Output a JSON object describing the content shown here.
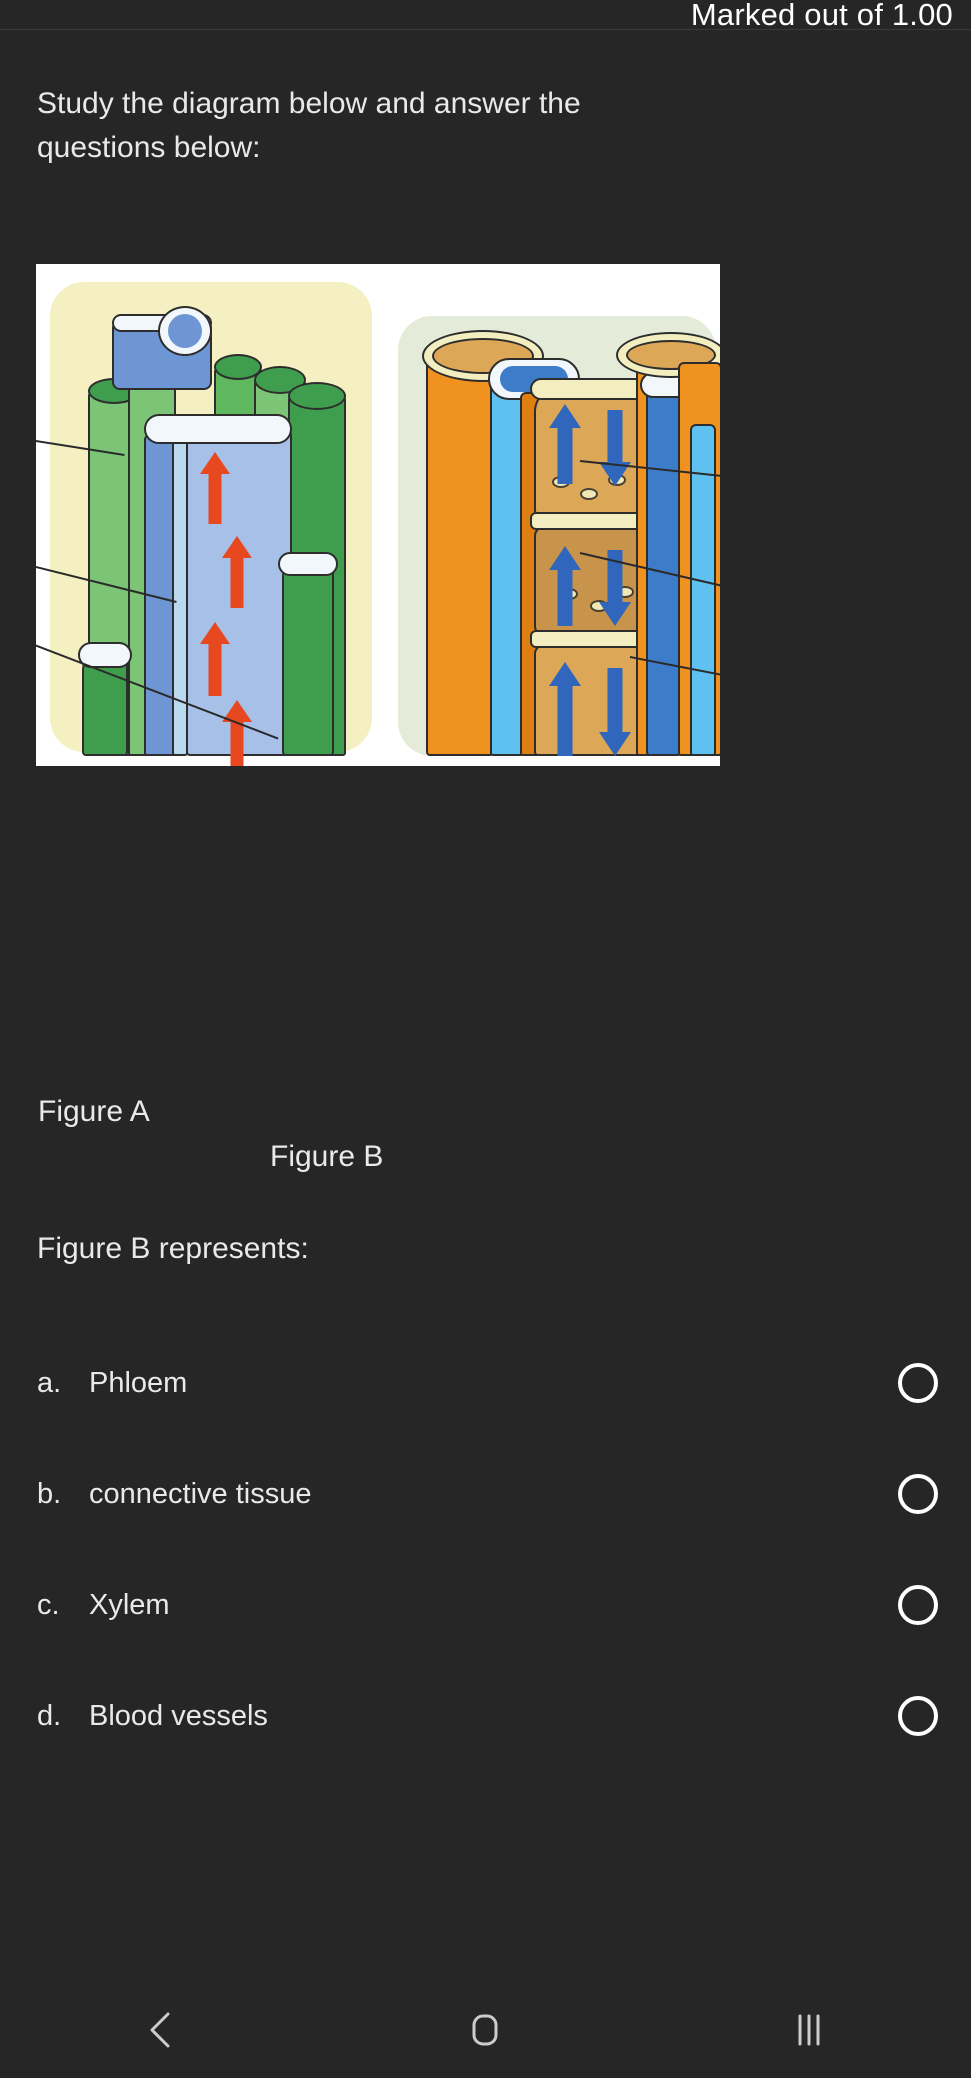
{
  "header": {
    "marks_text": "Marked out of 1.00"
  },
  "stem": {
    "text": "Study the diagram below and answer the questions below:"
  },
  "figure": {
    "caption_a": "Figure A",
    "caption_b": "Figure B",
    "panel_a_name": "xylem-diagram",
    "panel_b_name": "phloem-diagram",
    "colors": {
      "panel_a_background": "#f4f0c2",
      "panel_b_background": "#e4ecd9",
      "frame_background": "#ffffff",
      "xylem_arrow": "#e8481f",
      "phloem_arrow": "#3066bb",
      "green_light": "#7cc576",
      "green_dark": "#3f9e4d",
      "blue_light": "#a6c0e8",
      "blue_mid": "#6f96d4",
      "orange": "#f0921f",
      "tan": "#dca757",
      "cyan": "#5ec1ef",
      "blue_deep": "#3d7cc9",
      "cream_wall": "#f2eec0"
    }
  },
  "question": {
    "prompt": "Figure B represents:",
    "options": [
      {
        "letter": "a.",
        "label": "Phloem",
        "selected": false
      },
      {
        "letter": "b.",
        "label": "connective tissue",
        "selected": false
      },
      {
        "letter": "c.",
        "label": "Xylem",
        "selected": false
      },
      {
        "letter": "d.",
        "label": "Blood vessels",
        "selected": false
      }
    ]
  },
  "navbar": {
    "back": "back-icon",
    "home": "home-icon",
    "recents": "recents-icon"
  },
  "page": {
    "background": "#262626",
    "text_color": "#e9e9e9"
  }
}
